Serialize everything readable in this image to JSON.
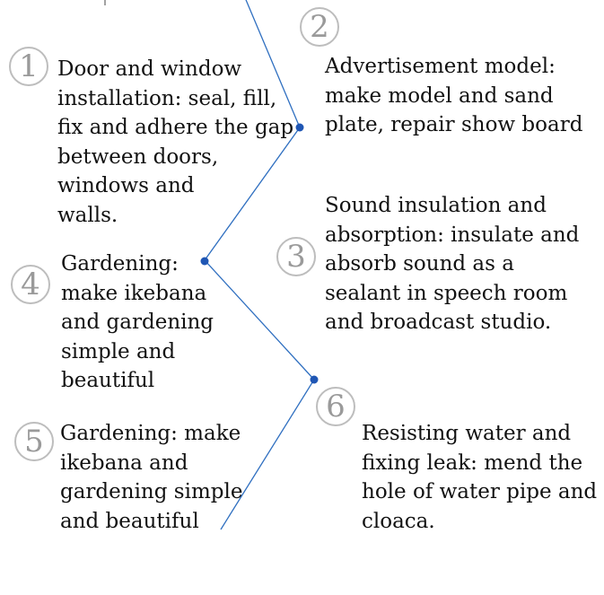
{
  "items": [
    {
      "number": "1",
      "text": "Door and window\ninstallation: seal, fill,\nfix and adhere the gap\nbetween doors,\nwindows and\nwalls."
    },
    {
      "number": "2",
      "text": "Advertisement model:\nmake model and sand\nplate, repair show board"
    },
    {
      "number": "3",
      "text": "Sound insulation and\nabsorption: insulate and\nabsorb sound as a\nsealant in speech room\nand broadcast studio."
    },
    {
      "number": "4",
      "text": "Gardening:\nmake ikebana\nand gardening\nsimple and\nbeautiful"
    },
    {
      "number": "5",
      "text": "Gardening: make\nikebana and\ngardening simple\nand beautiful"
    },
    {
      "number": "6",
      "text": "Resisting water and\nfixing leak: mend the\nhole of water pipe and\ncloaca."
    }
  ],
  "colors": {
    "line": "#2f6fc0",
    "node": "#1f56b4",
    "circle_border": "#bdbdbd",
    "circle_number": "#9a9a9a"
  }
}
